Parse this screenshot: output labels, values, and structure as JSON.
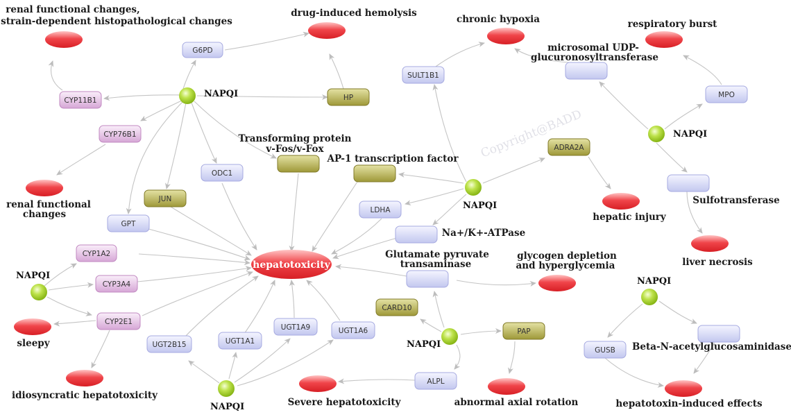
{
  "watermark": "Copyright@BADD",
  "center": "hepatotoxicity",
  "hubs": [
    "NAPQI",
    "NAPQI",
    "NAPQI",
    "NAPQI",
    "NAPQI",
    "NAPQI",
    "NAPQI"
  ],
  "genes": {
    "g6pd": "G6PD",
    "cyp11b1": "CYP11B1",
    "cyp76b1": "CYP76B1",
    "hp": "HP",
    "odc1": "ODC1",
    "jun": "JUN",
    "gpt": "GPT",
    "fos": "",
    "ap1": "",
    "ldha": "LDHA",
    "adra2a": "ADRA2A",
    "atpase": "",
    "sult1b1": "SULT1B1",
    "ugt_microsomal": "",
    "mpo": "MPO",
    "sulfotransferase": "",
    "cyp1a2": "CYP1A2",
    "cyp3a4": "CYP3A4",
    "cyp2e1": "CYP2E1",
    "ugt2b15": "UGT2B15",
    "ugt1a1": "UGT1A1",
    "ugt1a9": "UGT1A9",
    "ugt1a6": "UGT1A6",
    "gpt_box": "",
    "card10": "CARD10",
    "pap": "PAP",
    "alpl": "ALPL",
    "gusb": "GUSB",
    "hexosaminidase": ""
  },
  "labels": {
    "renal_strain_1": "renal functional changes,",
    "renal_strain_2": "strain-dependent histopathological changes",
    "hemolysis": "drug-induced hemolysis",
    "hypoxia": "chronic hypoxia",
    "burst": "respiratory burst",
    "ugt_name_1": "microsomal UDP-",
    "ugt_name_2": "glucuronosyltransferase",
    "fos_1": "Transforming protein",
    "fos_2": "v-Fos/v-Fox",
    "ap1": "AP-1 transcription factor",
    "renal_1": "renal functional",
    "renal_2": "changes",
    "hepatic_injury": "hepatic injury",
    "sulfotransferase": "Sulfotransferase",
    "atpase": "Na+/K+-ATPase",
    "gpt_name_1": "Glutamate pyruvate",
    "gpt_name_2": "transaminase",
    "glycogen_1": "glycogen depletion",
    "glycogen_2": "and hyperglycemia",
    "liver_necrosis": "liver necrosis",
    "sleepy": "sleepy",
    "idiosyncratic": "idiosyncratic hepatotoxicity",
    "severe": "Severe hepatotoxicity",
    "axial": "abnormal axial rotation",
    "hexosaminidase": "Beta-N-acetylglucosaminidase",
    "hepatotoxin": "hepatotoxin-induced effects"
  },
  "colors": {
    "effect": "#e8262c",
    "gene_blue": "#c9ccf2",
    "gene_purple": "#dcb0dc",
    "gene_olive": "#a9a34a",
    "hub": "#a4d42b",
    "edge": "#c4c4c4"
  }
}
